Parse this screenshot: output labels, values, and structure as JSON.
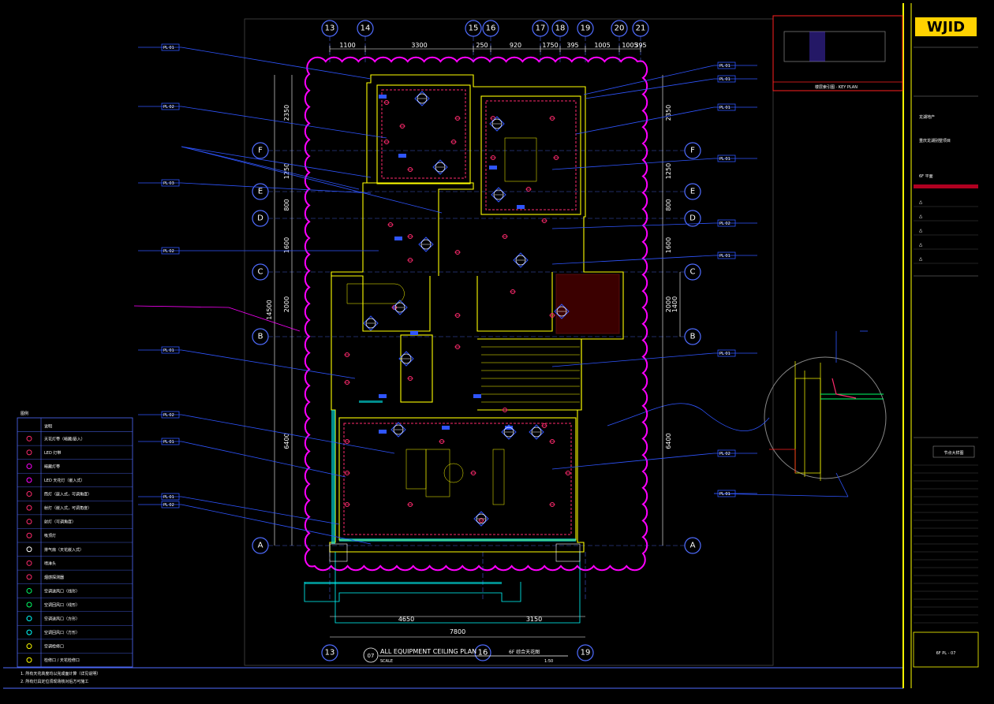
{
  "drawing": {
    "title": "ALL EQUIPMENT CEILING PLAN",
    "title_cn": "6F 综合天花图",
    "number": "07",
    "scale_label": "SCALE",
    "scale": "1:50",
    "sheet_no": "6F PL - 07",
    "keyplan_label": "楼层索引图 · KEY PLAN"
  },
  "logo": {
    "text": "WJID"
  },
  "grid": {
    "columns_top": [
      "13",
      "14",
      "15",
      "16",
      "17",
      "18",
      "19",
      "20",
      "21"
    ],
    "columns_bottom": [
      "13",
      "16",
      "19"
    ],
    "rows": [
      "F",
      "E",
      "D",
      "C",
      "B",
      "A"
    ]
  },
  "dims": {
    "top": [
      "1100",
      "3300",
      "250",
      "920",
      "1750",
      "395",
      "1005",
      "1005",
      "395"
    ],
    "bottom_parts": [
      "4650",
      "3150"
    ],
    "bottom_total": "7800",
    "left_outer": [
      "2350",
      "1250",
      "800",
      "1600",
      "2000",
      "6400"
    ],
    "left_total": "14500",
    "right_outer": [
      "2350",
      "1250",
      "800",
      "1600",
      "2000",
      "1400",
      "6400"
    ]
  },
  "legend": {
    "header": [
      "图例",
      "说明"
    ],
    "rows": [
      "天花灯带（暗藏/嵌入）",
      "LED 灯带",
      "暗藏灯带",
      "LED 天花灯（嵌入式）",
      "筒灯（嵌入式，可调角度）",
      "射灯（嵌入式，可调角度）",
      "射灯（可调角度）",
      "吸顶灯",
      "排气扇（天花嵌入式）",
      "喷淋头",
      "烟感探测器",
      "空调送风口（线形）",
      "空调回风口（线形）",
      "空调送风口（方形）",
      "空调回风口（方形）",
      "空调检修口",
      "检修口 / 天花检修口"
    ],
    "notes": [
      "1. 所有天花高度均以完成面计算（详见说明）",
      "2. 所有灯具定位须现场核对后方可施工"
    ]
  },
  "tags": {
    "left": [
      "PL 01",
      "PL 02",
      "PL 03",
      "PL 02",
      "PL 01",
      "PL 02",
      "PL 01",
      "PL 01",
      "PL 02"
    ],
    "right": [
      "PL 01",
      "PL 01",
      "PL 01",
      "PL 01",
      "PL 02",
      "PL 01",
      "PL 01",
      "PL 02",
      "PL 01"
    ]
  },
  "title_block": {
    "client": "龙湖地产",
    "project": "重庆龙湖别墅项目",
    "area": "6F 平面",
    "detail_title": "节点大样图",
    "revision_marks": [
      "△",
      "△",
      "△",
      "△",
      "△"
    ]
  },
  "colors": {
    "background": "#000000",
    "wall": "#ffff00",
    "leader": "#2f55ff",
    "cloud": "#ff00ff",
    "light": "#ff2a6d",
    "cyan": "#00ffff",
    "red": "#ff0000",
    "white": "#ffffff",
    "green": "#00ff66"
  }
}
